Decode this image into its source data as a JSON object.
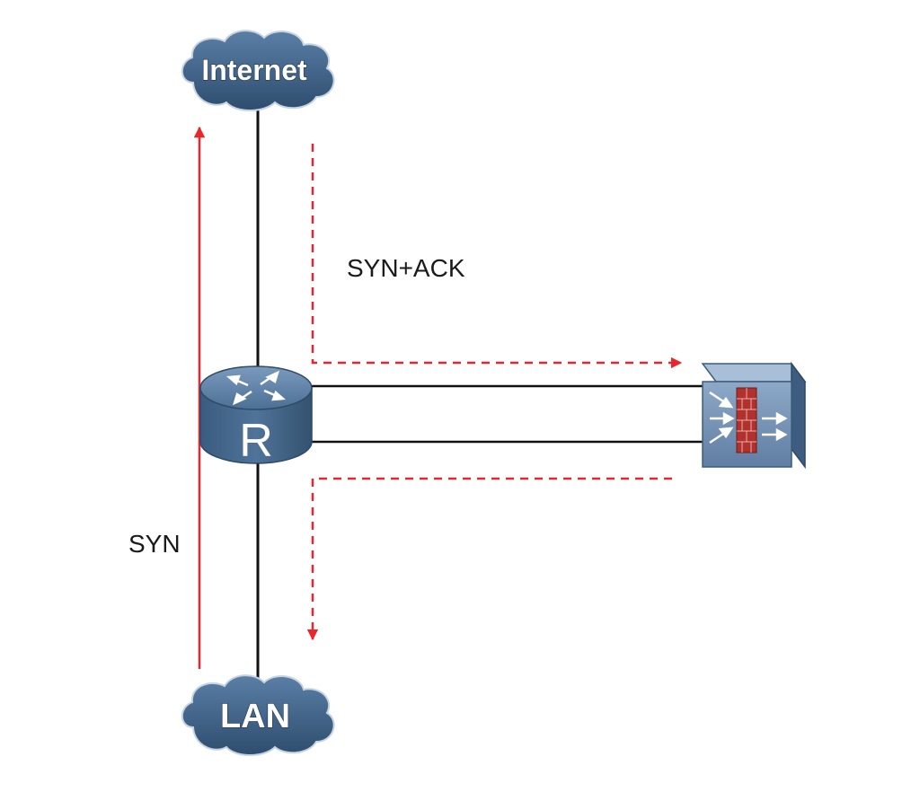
{
  "nodes": {
    "internet": {
      "label": "Internet"
    },
    "lan": {
      "label": "LAN"
    },
    "router": {
      "label": "R"
    }
  },
  "flows": {
    "syn": {
      "label": "SYN"
    },
    "syn_ack": {
      "label": "SYN+ACK"
    }
  },
  "colors": {
    "flow": "#e8262b",
    "link": "#111111",
    "cloud": "#3d5f82"
  },
  "icons": {
    "router": "router-icon",
    "firewall": "firewall-icon"
  }
}
